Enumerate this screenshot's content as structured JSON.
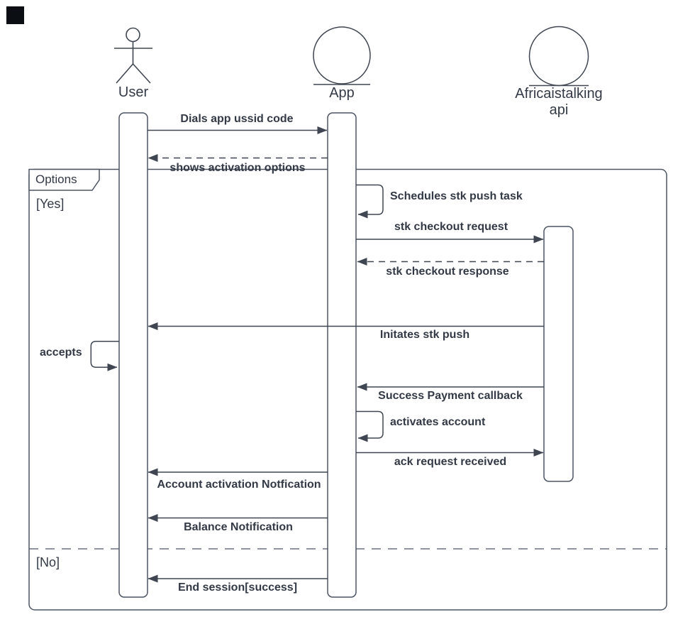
{
  "diagram_type": "uml-sequence-diagram",
  "colors": {
    "background": "#ffffff",
    "stroke": "#444c59",
    "text": "#333a46",
    "corner_square": "#0b0f14"
  },
  "actors": {
    "user": {
      "label": "User",
      "shape": "stick-figure"
    },
    "app": {
      "label": "App",
      "shape": "circle-underline"
    },
    "api": {
      "label_line1": "Africaistalking",
      "label_line2": "api",
      "shape": "circle-underline"
    }
  },
  "frame": {
    "label": "Options",
    "guard_yes": "[Yes]",
    "guard_no": "[No]"
  },
  "messages": [
    {
      "label": "Dials app ussid code",
      "from": "User",
      "to": "App",
      "style": "solid"
    },
    {
      "label": "shows activation options",
      "from": "App",
      "to": "User",
      "style": "dashed"
    },
    {
      "label": "Schedules stk push task",
      "from": "App",
      "to": "App",
      "style": "self"
    },
    {
      "label": "stk checkout request",
      "from": "App",
      "to": "Africaistalking api",
      "style": "solid"
    },
    {
      "label": "stk checkout response",
      "from": "Africaistalking api",
      "to": "App",
      "style": "dashed"
    },
    {
      "label": "Initates stk push",
      "from": "Africaistalking api",
      "to": "User",
      "style": "solid"
    },
    {
      "label": "accepts",
      "from": "User",
      "to": "User",
      "style": "self"
    },
    {
      "label": "Success Payment callback",
      "from": "Africaistalking api",
      "to": "App",
      "style": "solid"
    },
    {
      "label": "activates account",
      "from": "App",
      "to": "App",
      "style": "self"
    },
    {
      "label": "ack request received",
      "from": "App",
      "to": "Africaistalking api",
      "style": "solid"
    },
    {
      "label": "Account activation Notfication",
      "from": "App",
      "to": "User",
      "style": "solid"
    },
    {
      "label": "Balance Notification",
      "from": "App",
      "to": "User",
      "style": "solid"
    },
    {
      "label": "End session[success]",
      "from": "App",
      "to": "User",
      "style": "solid"
    }
  ]
}
